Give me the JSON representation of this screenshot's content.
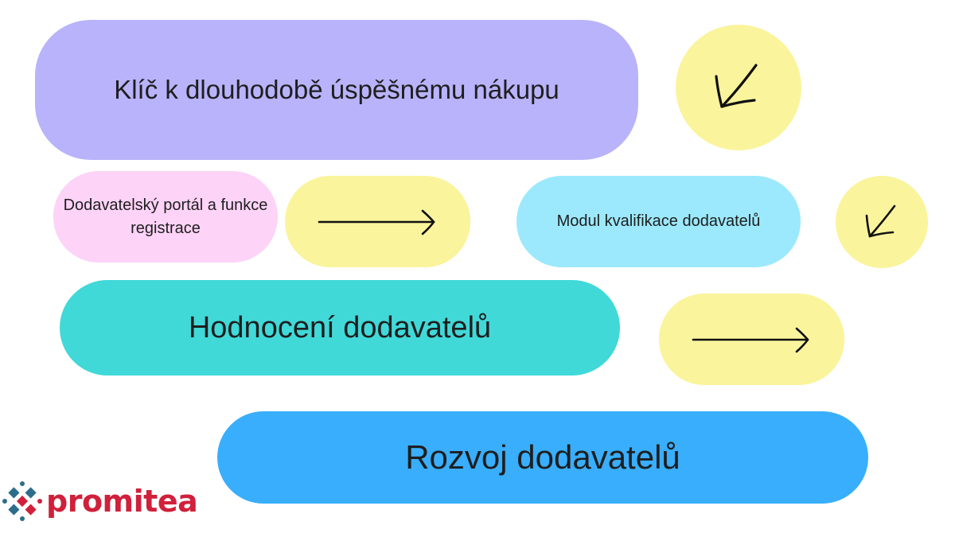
{
  "diagram": {
    "step1": {
      "label": "Klíč k dlouhodobě úspěšnému nákupu",
      "color": "#b8b3fb"
    },
    "step2": {
      "label": "Dodavatelský portál a funkce registrace",
      "color": "#fdd3f7"
    },
    "step3": {
      "label": "Modul kvalifikace dodavatelů",
      "color": "#9ce9fd"
    },
    "step4": {
      "label": "Hodnocení dodavatelů",
      "color": "#41d8d8"
    },
    "step5": {
      "label": "Rozvoj dodavatelů",
      "color": "#39aefc"
    },
    "arrow_color": "#faf49c"
  },
  "logo": {
    "text": "promitea",
    "brand_color": "#d0203b",
    "accent_color": "#2d6d8c"
  }
}
